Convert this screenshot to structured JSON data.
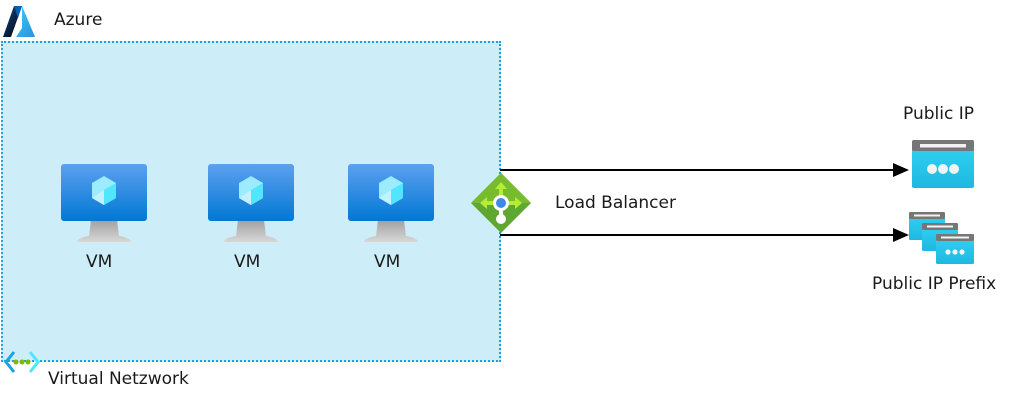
{
  "diagram": {
    "azure": {
      "label": "Azure",
      "icon": "azure-logo-icon"
    },
    "vnet": {
      "label": "Virtual Netzwork",
      "icon": "virtual-network-icon",
      "fill": "#cdeef9",
      "border": "#1ba1e2"
    },
    "vms": [
      {
        "label": "VM",
        "icon": "virtual-machine-icon"
      },
      {
        "label": "VM",
        "icon": "virtual-machine-icon"
      },
      {
        "label": "VM",
        "icon": "virtual-machine-icon"
      }
    ],
    "load_balancer": {
      "label": "Load Balancer",
      "icon": "load-balancer-icon",
      "color": "#5ea832"
    },
    "public_ip": {
      "label": "Public IP",
      "icon": "public-ip-icon"
    },
    "public_ip_prefix": {
      "label": "Public IP Prefix",
      "icon": "public-ip-prefix-icon"
    },
    "connections": [
      {
        "from": "Load Balancer",
        "to": "Public IP"
      },
      {
        "from": "Load Balancer",
        "to": "Public IP Prefix"
      }
    ]
  }
}
